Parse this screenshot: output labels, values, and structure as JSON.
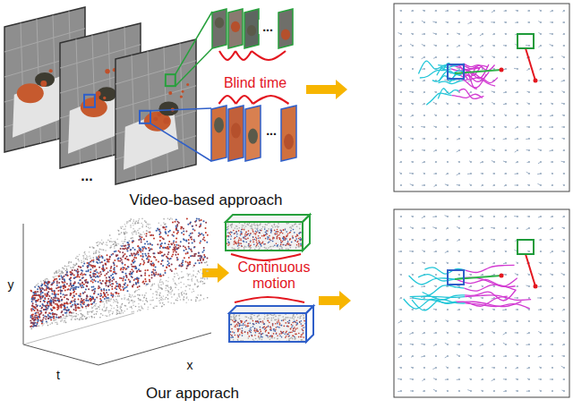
{
  "diagram": {
    "labels": [
      "...",
      "Blind time",
      "...",
      "...",
      "Video-based approach",
      "Continuous motion",
      "y",
      "t",
      "x",
      "Our apporach"
    ]
  }
}
